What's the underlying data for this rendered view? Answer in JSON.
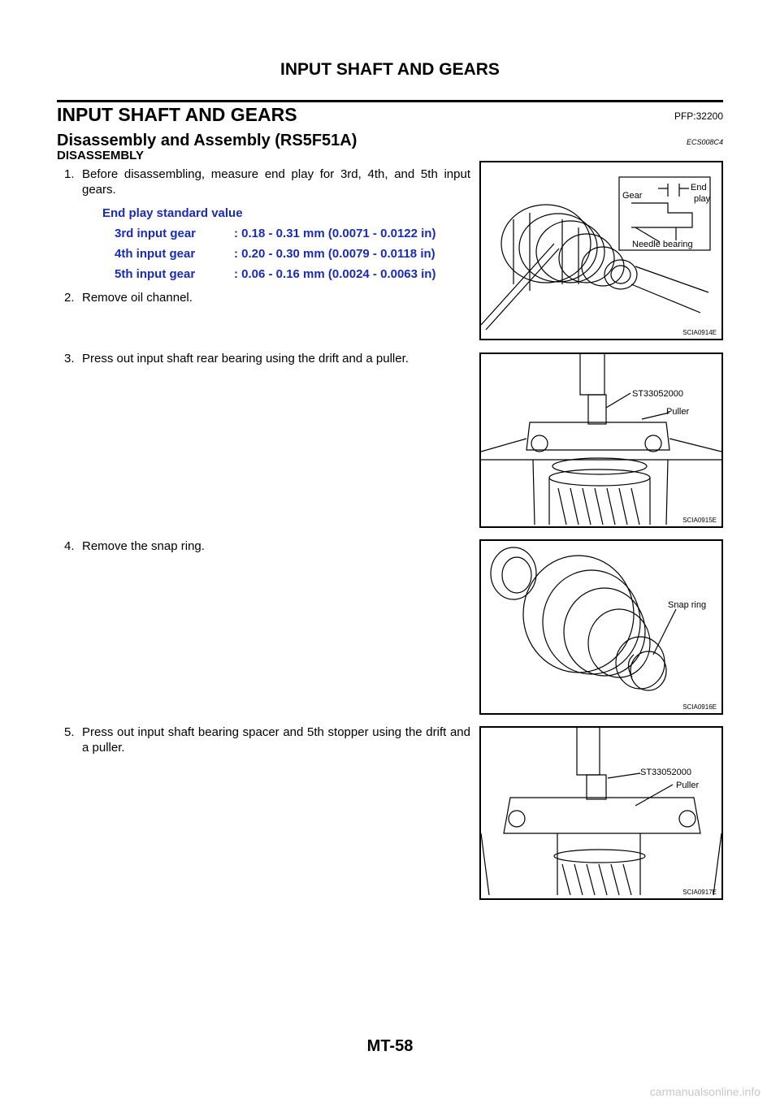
{
  "header": {
    "title": "INPUT SHAFT AND GEARS"
  },
  "section": {
    "title": "INPUT SHAFT AND GEARS",
    "pfp": "PFP:32200"
  },
  "subsection": {
    "title": "Disassembly and Assembly (RS5F51A)",
    "code": "ECS008C4"
  },
  "heading": "DISASSEMBLY",
  "steps": [
    {
      "num": "1.",
      "text": "Before disassembling, measure end play for 3rd, 4th, and 5th input gears."
    },
    {
      "num": "2.",
      "text": "Remove oil channel."
    },
    {
      "num": "3.",
      "text": "Press out input shaft rear bearing using the drift and a puller."
    },
    {
      "num": "4.",
      "text": "Remove the snap ring."
    },
    {
      "num": "5.",
      "text": "Press out input shaft bearing spacer and 5th stopper using the drift and a puller."
    }
  ],
  "spec": {
    "title": "End play standard value",
    "rows": [
      {
        "label": "3rd input gear",
        "value": ": 0.18 - 0.31 mm (0.0071 - 0.0122 in)"
      },
      {
        "label": "4th input gear",
        "value": ": 0.20 - 0.30 mm (0.0079 - 0.0118 in)"
      },
      {
        "label": "5th input gear",
        "value": ": 0.06 - 0.16 mm (0.0024 - 0.0063 in)"
      }
    ]
  },
  "figures": [
    {
      "code": "SCIA0914E",
      "labels": {
        "gear": "Gear",
        "end": "End",
        "play": "play",
        "needle": "Needle bearing"
      }
    },
    {
      "code": "SCIA0915E",
      "labels": {
        "tool": "ST33052000",
        "puller": "Puller"
      }
    },
    {
      "code": "SCIA0916E",
      "labels": {
        "snap": "Snap ring"
      }
    },
    {
      "code": "SCIA0917E",
      "labels": {
        "tool": "ST33052000",
        "puller": "Puller"
      }
    }
  ],
  "footer": {
    "page": "MT-58"
  },
  "watermark": "carmanualsonline.info"
}
